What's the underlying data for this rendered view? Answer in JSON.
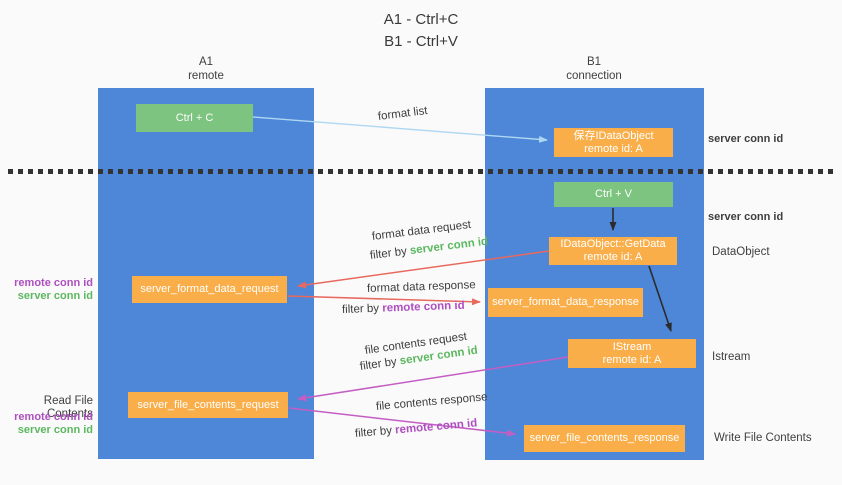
{
  "colors": {
    "column_blue": "#4e86d8",
    "box_green": "#7cc47f",
    "box_orange": "#f9ae49",
    "arrow_lightblue": "#aed7f2",
    "arrow_red": "#e8695e",
    "arrow_magenta": "#c45ec4",
    "arrow_black": "#2b2b2b",
    "text_green": "#5cb860",
    "text_purple": "#ae4fc0",
    "text_dark": "#3d3d3d"
  },
  "title": {
    "line1": "A1 - Ctrl+C",
    "line2": "B1 - Ctrl+V"
  },
  "left_column": {
    "header1": "A1",
    "header2": "remote"
  },
  "right_column": {
    "header1": "B1",
    "header2": "connection"
  },
  "boxes": {
    "ctrl_c": "Ctrl + C",
    "ctrl_v": "Ctrl + V",
    "save_dataobject": {
      "line1": "保存IDataObject",
      "line2": "remote id: A"
    },
    "getdata": {
      "line1": "IDataObject::GetData",
      "line2": "remote id: A"
    },
    "istream": {
      "line1": "IStream",
      "line2": "remote id: A"
    },
    "format_request": "server_format_data_request",
    "format_response": "server_format_data_response",
    "file_request": "server_file_contents_request",
    "file_response": "server_file_contents_response"
  },
  "flow_labels": {
    "format_list": "format list",
    "format_data_request": "format data request",
    "format_data_response": "format data response",
    "file_contents_request": "file contents request",
    "file_contents_response": "file contents response",
    "filter_by": "filter by ",
    "server_conn_id": "server conn id",
    "remote_conn_id": "remote conn id"
  },
  "side_labels": {
    "server_conn_id_top": "server conn id",
    "server_conn_id_mid": "server conn id",
    "dataobject": "DataObject",
    "istream": "Istream",
    "write_file_contents": "Write File Contents",
    "read_file_contents": "Read File Contents",
    "remote_conn_id": "remote conn id",
    "server_conn_id": "server conn id"
  }
}
